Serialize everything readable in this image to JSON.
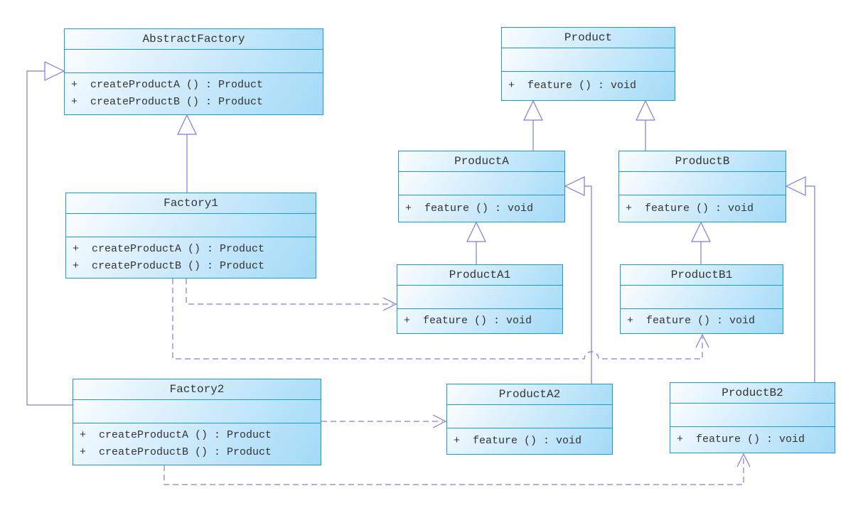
{
  "colors": {
    "box_border": "#1e9ad6",
    "box_fill_light": "#fbfdff",
    "box_fill_blue": "#a9ddf8",
    "connector": "#7d7ddd",
    "text": "#333333"
  },
  "classes": {
    "abstractFactory": {
      "name": "AbstractFactory",
      "m1": "+  createProductA () : Product",
      "m2": "+  createProductB () : Product"
    },
    "factory1": {
      "name": "Factory1",
      "m1": "+  createProductA () : Product",
      "m2": "+  createProductB () : Product"
    },
    "factory2": {
      "name": "Factory2",
      "m1": "+  createProductA () : Product",
      "m2": "+  createProductB () : Product"
    },
    "product": {
      "name": "Product",
      "m1": "+  feature () : void"
    },
    "productA": {
      "name": "ProductA",
      "m1": "+  feature () : void"
    },
    "productB": {
      "name": "ProductB",
      "m1": "+  feature () : void"
    },
    "productA1": {
      "name": "ProductA1",
      "m1": "+  feature () : void"
    },
    "productB1": {
      "name": "ProductB1",
      "m1": "+  feature () : void"
    },
    "productA2": {
      "name": "ProductA2",
      "m1": "+  feature () : void"
    },
    "productB2": {
      "name": "ProductB2",
      "m1": "+  feature () : void"
    }
  },
  "relationships": [
    {
      "type": "generalization",
      "from": "Factory1",
      "to": "AbstractFactory"
    },
    {
      "type": "generalization",
      "from": "Factory2",
      "to": "AbstractFactory"
    },
    {
      "type": "generalization",
      "from": "ProductA",
      "to": "Product"
    },
    {
      "type": "generalization",
      "from": "ProductB",
      "to": "Product"
    },
    {
      "type": "generalization",
      "from": "ProductA1",
      "to": "ProductA"
    },
    {
      "type": "generalization",
      "from": "ProductA2",
      "to": "ProductA"
    },
    {
      "type": "generalization",
      "from": "ProductB1",
      "to": "ProductB"
    },
    {
      "type": "generalization",
      "from": "ProductB2",
      "to": "ProductB"
    },
    {
      "type": "dependency",
      "from": "Factory1",
      "to": "ProductA1"
    },
    {
      "type": "dependency",
      "from": "Factory1",
      "to": "ProductB1"
    },
    {
      "type": "dependency",
      "from": "Factory2",
      "to": "ProductA2"
    },
    {
      "type": "dependency",
      "from": "Factory2",
      "to": "ProductB2"
    }
  ]
}
